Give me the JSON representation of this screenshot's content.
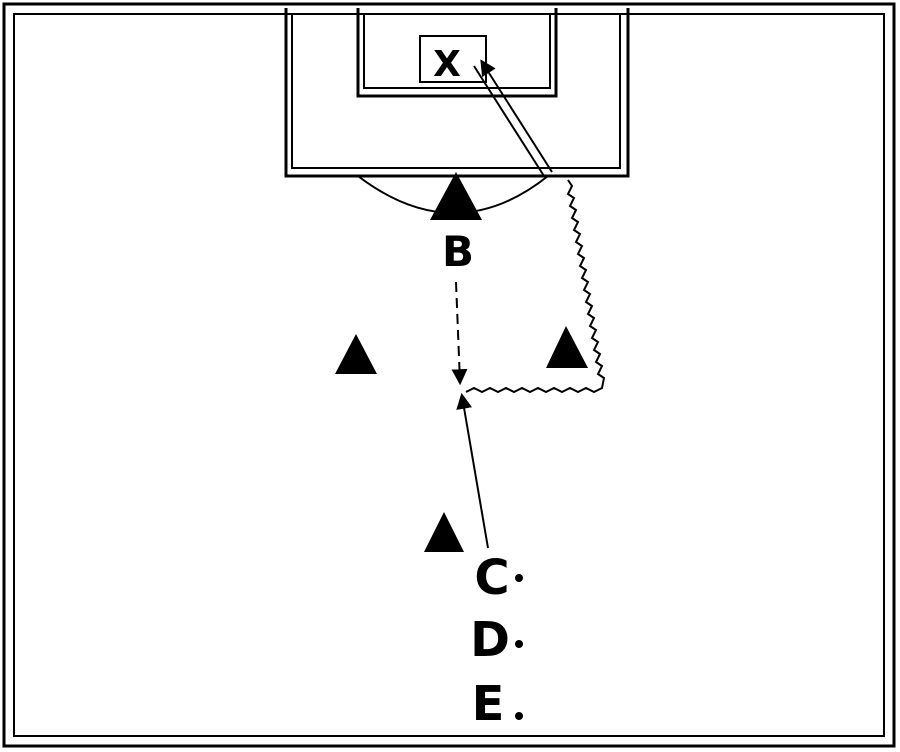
{
  "diagram": {
    "goalkeeper_label": "X",
    "player_b_label": "B",
    "queue": [
      {
        "label": "C"
      },
      {
        "label": "D"
      },
      {
        "label": "E"
      }
    ],
    "colors": {
      "ink": "#000000",
      "field": "#ffffff"
    },
    "icons": [
      "cone-icon",
      "player-dot-icon",
      "arrowhead-icon"
    ]
  }
}
